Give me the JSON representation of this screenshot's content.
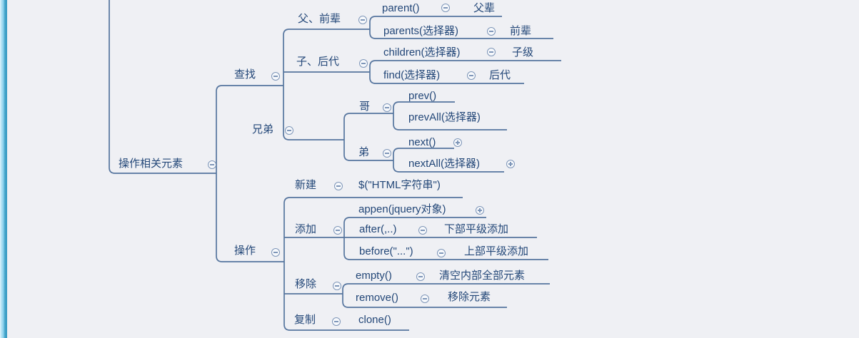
{
  "app": {
    "background_color": "#eff0f4",
    "line_color": "#56759e",
    "text_color": "#234778",
    "marker_ring_color": "#7e96b8",
    "edge_accent_colors": [
      "#e2f5fc",
      "#8fd3ee",
      "#41a3c8"
    ],
    "icons": {
      "collapse_marker": "minus-circle",
      "expand_marker": "plus-circle"
    }
  },
  "nodes": {
    "root": "操作相关元素",
    "find_branch": "查找",
    "parent_group": "父、前辈",
    "parent_fn": "parent()",
    "parent_note": "父辈",
    "parents_fn": "parents(选择器)",
    "parents_note": "前辈",
    "children_group": "子、后代",
    "children_fn": "children(选择器)",
    "children_note": "子级",
    "find_fn": "find(选择器)",
    "find_note": "后代",
    "siblings_group": "兄弟",
    "older_sibling": "哥",
    "prev_fn": "prev()",
    "prevall_fn": "prevAll(选择器)",
    "younger_sibling": "弟",
    "next_fn": "next()",
    "nextall_fn": "nextAll(选择器)",
    "operate_branch": "操作",
    "create_group": "新建",
    "create_fn": "$(\"HTML字符串\")",
    "add_group": "添加",
    "appen_fn": "appen(jquery对象)",
    "after_fn": "after(,..)",
    "after_note": "下部平级添加",
    "before_fn": "before(\"...\")",
    "before_note": "上部平级添加",
    "remove_group": "移除",
    "empty_fn": "empty()",
    "empty_note": "清空内部全部元素",
    "remove_fn": "remove()",
    "remove_note": "移除元素",
    "clone_group": "复制",
    "clone_fn": "clone()"
  }
}
